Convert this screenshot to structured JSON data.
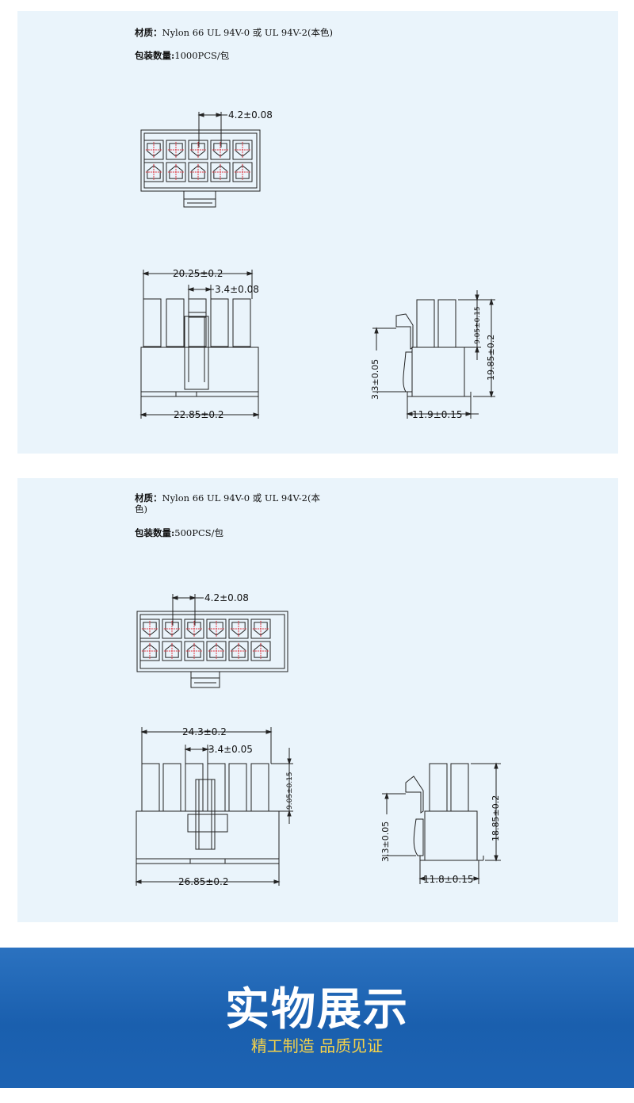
{
  "product1": {
    "material_label": "材质：",
    "material": "Nylon 66 UL 94V-0 或 UL 94V-2(本色)",
    "packing_label": "包装数量:",
    "packing": "1000PCS/包",
    "dims": {
      "pitch_top": "4.2±0.08",
      "width_upper": "20.25±0.2",
      "latch_width": "3.4±0.08",
      "width_base": "22.85±0.2",
      "side_upper_height": "9.05±0.15",
      "side_total_height": "19.85±0.2",
      "side_latch": "3.3±0.05",
      "side_depth": "11.9±0.15"
    }
  },
  "product2": {
    "material_label": "材质：",
    "material_line1": "Nylon 66 UL 94V-0 或 UL 94V-2(本",
    "material_line2": "色)",
    "packing_label": "包装数量:",
    "packing": "500PCS/包",
    "dims": {
      "pitch_top": "4.2±0.08",
      "width_upper": "24.3±0.2",
      "latch_width": "3.4±0.05",
      "upper_height": "9.05±0.15",
      "width_base": "26.85±0.2",
      "side_total_height": "18.85±0.2",
      "side_latch": "3.3±0.05",
      "side_depth": "11.8±0.15"
    }
  },
  "banner": {
    "title": "实物展示",
    "subtitle": "精工制造 品质见证"
  },
  "colors": {
    "panel_bg": "#eaf4fb",
    "banner_blue": "#1a5fae",
    "subtitle_yellow": "#f5d24a",
    "pin_red": "#e0303a"
  }
}
